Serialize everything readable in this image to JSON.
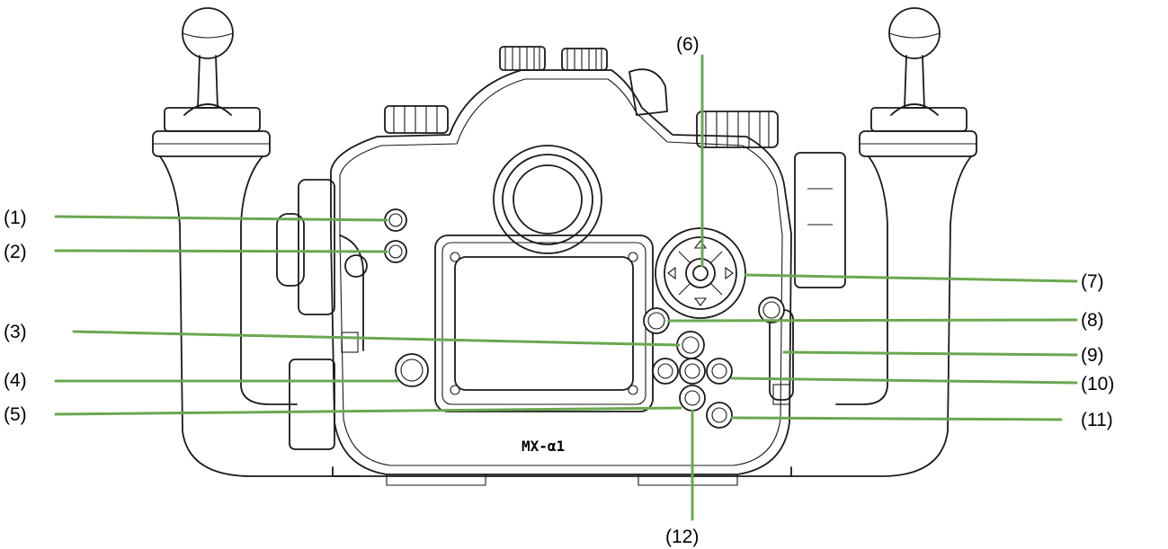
{
  "diagram": {
    "model_label": "MX-α1",
    "callouts": [
      "(1)",
      "(2)",
      "(3)",
      "(4)",
      "(5)",
      "(6)",
      "(7)",
      "(8)",
      "(9)",
      "(10)",
      "(11)",
      "(12)"
    ],
    "leader_color": "#6aa84f",
    "line_color": "#1a1a1a"
  }
}
